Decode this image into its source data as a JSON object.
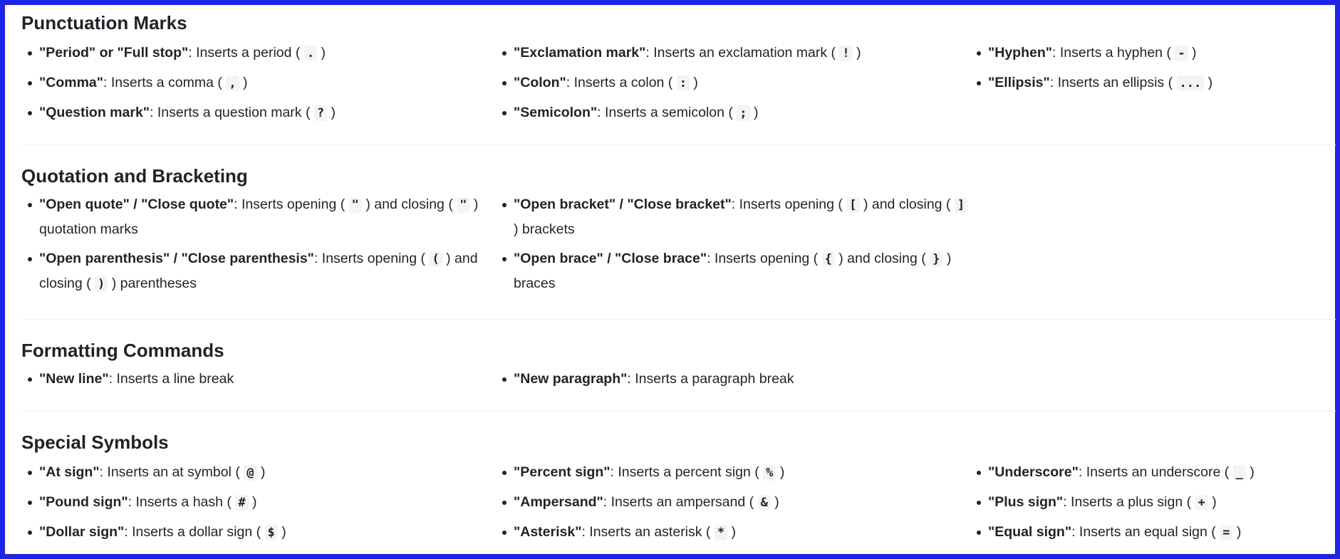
{
  "sections": [
    {
      "title": "Punctuation Marks",
      "items": [
        {
          "name": "\"Period\" or \"Full stop\"",
          "pre": ": Inserts a period (",
          "sym": ".",
          "mid": ")",
          "sym2": "",
          "post": ""
        },
        {
          "name": "\"Exclamation mark\"",
          "pre": ": Inserts an exclamation mark (",
          "sym": "!",
          "mid": ")",
          "sym2": "",
          "post": ""
        },
        {
          "name": "\"Hyphen\"",
          "pre": ": Inserts a hyphen (",
          "sym": "-",
          "mid": ")",
          "sym2": "",
          "post": ""
        },
        {
          "name": "\"Comma\"",
          "pre": ": Inserts a comma (",
          "sym": ",",
          "mid": ")",
          "sym2": "",
          "post": ""
        },
        {
          "name": "\"Colon\"",
          "pre": ": Inserts a colon (",
          "sym": ":",
          "mid": ")",
          "sym2": "",
          "post": ""
        },
        {
          "name": "\"Ellipsis\"",
          "pre": ": Inserts an ellipsis (",
          "sym": "...",
          "mid": ")",
          "sym2": "",
          "post": ""
        },
        {
          "name": "\"Question mark\"",
          "pre": ": Inserts a question mark (",
          "sym": "?",
          "mid": ")",
          "sym2": "",
          "post": ""
        },
        {
          "name": "\"Semicolon\"",
          "pre": ": Inserts a semicolon (",
          "sym": ";",
          "mid": ")",
          "sym2": "",
          "post": ""
        }
      ]
    },
    {
      "title": "Quotation and Bracketing",
      "items": [
        {
          "name": "\"Open quote\" / \"Close quote\"",
          "pre": ": Inserts opening (",
          "sym": "\"",
          "mid": ") and closing (",
          "sym2": "\"",
          "post": ") quotation marks"
        },
        {
          "name": "\"Open bracket\" / \"Close bracket\"",
          "pre": ": Inserts opening (",
          "sym": "[",
          "mid": ") and closing (",
          "sym2": "]",
          "post": ") brackets"
        },
        {
          "name": "\"Open parenthesis\" / \"Close parenthesis\"",
          "pre": ": Inserts opening (",
          "sym": "(",
          "mid": ") and closing (",
          "sym2": ")",
          "post": ") parentheses"
        },
        {
          "name": "\"Open brace\" / \"Close brace\"",
          "pre": ": Inserts opening (",
          "sym": "{",
          "mid": ") and closing (",
          "sym2": "}",
          "post": ") braces"
        }
      ]
    },
    {
      "title": "Formatting Commands",
      "items": [
        {
          "name": "\"New line\"",
          "pre": ": Inserts a line break",
          "sym": "",
          "mid": "",
          "sym2": "",
          "post": ""
        },
        {
          "name": "\"New paragraph\"",
          "pre": ": Inserts a paragraph break",
          "sym": "",
          "mid": "",
          "sym2": "",
          "post": ""
        }
      ]
    },
    {
      "title": "Special Symbols",
      "items": [
        {
          "name": "\"At sign\"",
          "pre": ": Inserts an at symbol (",
          "sym": "@",
          "mid": ")",
          "sym2": "",
          "post": ""
        },
        {
          "name": "\"Percent sign\"",
          "pre": ": Inserts a percent sign (",
          "sym": "%",
          "mid": ")",
          "sym2": "",
          "post": ""
        },
        {
          "name": "\"Underscore\"",
          "pre": ": Inserts an underscore (",
          "sym": "_",
          "mid": ")",
          "sym2": "",
          "post": ""
        },
        {
          "name": "\"Pound sign\"",
          "pre": ": Inserts a hash (",
          "sym": "#",
          "mid": ")",
          "sym2": "",
          "post": ""
        },
        {
          "name": "\"Ampersand\"",
          "pre": ": Inserts an ampersand (",
          "sym": "&",
          "mid": ")",
          "sym2": "",
          "post": ""
        },
        {
          "name": "\"Plus sign\"",
          "pre": ": Inserts a plus sign (",
          "sym": "+",
          "mid": ")",
          "sym2": "",
          "post": ""
        },
        {
          "name": "\"Dollar sign\"",
          "pre": ": Inserts a dollar sign (",
          "sym": "$",
          "mid": ")",
          "sym2": "",
          "post": ""
        },
        {
          "name": "\"Asterisk\"",
          "pre": ": Inserts an asterisk (",
          "sym": "*",
          "mid": ")",
          "sym2": "",
          "post": ""
        },
        {
          "name": "\"Equal sign\"",
          "pre": ": Inserts an equal sign (",
          "sym": "=",
          "mid": ")",
          "sym2": "",
          "post": ""
        }
      ]
    }
  ]
}
